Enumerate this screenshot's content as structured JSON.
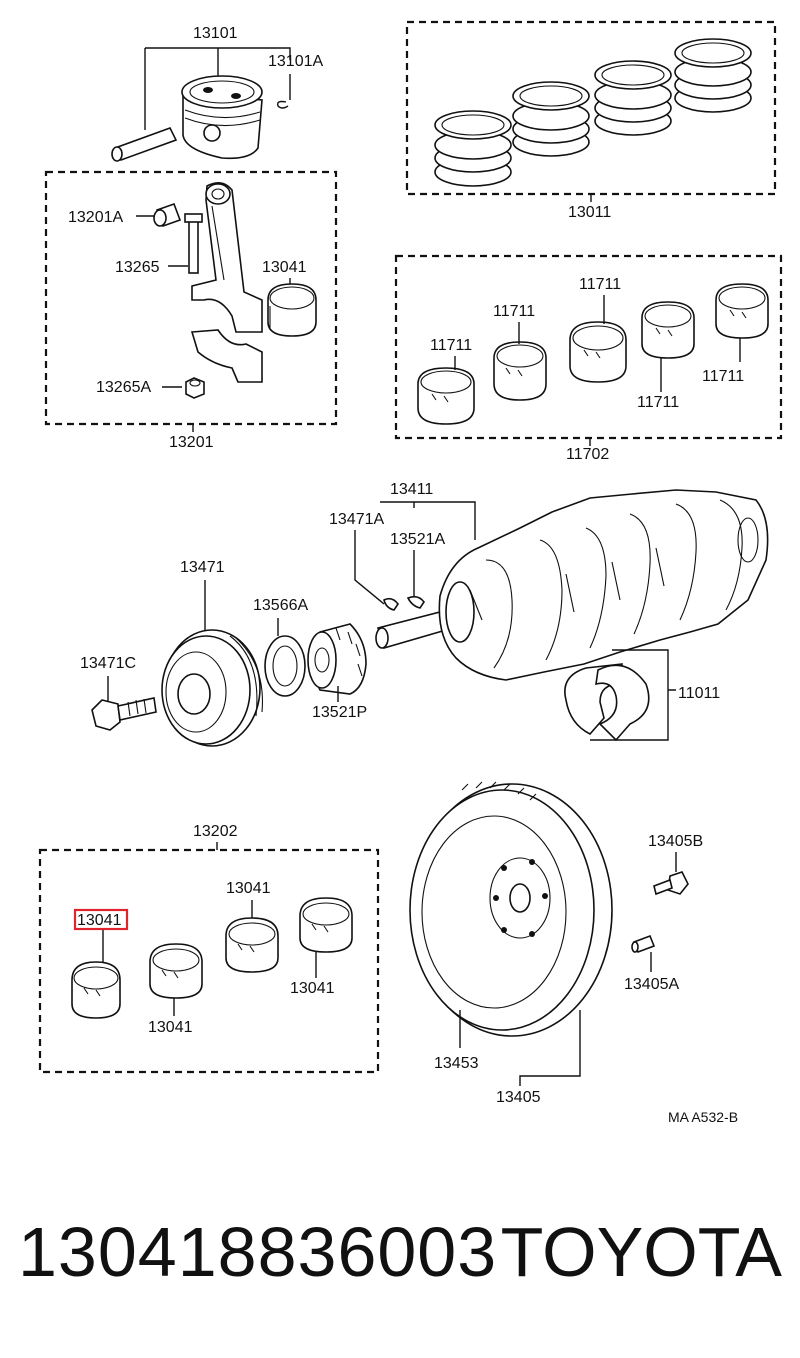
{
  "labels": {
    "piston": "13101",
    "piston_ring_clip": "13101A",
    "piston_ring_set": "13011",
    "rod_bushing": "13201A",
    "rod_bolt": "13265",
    "rod_bearing_top": "13041",
    "rod_nut": "13265A",
    "connecting_rod": "13201",
    "main_bearing_a": "11711",
    "main_bearing_b": "11711",
    "main_bearing_c": "11711",
    "main_bearing_d": "11711",
    "main_bearing_e": "11711",
    "main_bearing_set": "11702",
    "crankshaft": "13411",
    "key_a": "13471A",
    "key_b": "13521A",
    "crank_pulley": "13471",
    "crank_spacer": "13566A",
    "crank_pulley_bolt": "13471C",
    "timing_pulley": "13521P",
    "thrust_washer": "11011",
    "rod_bearing_set": "13202",
    "bearing_top_label": "13041",
    "bearing_highlighted": "13041",
    "bearing_bottom_label": "13041",
    "bearing_right_label": "13041",
    "flywheel_bolt": "13405B",
    "flywheel_pin": "13405A",
    "ring_gear": "13453",
    "flywheel": "13405",
    "drawing_code": "MA   A532-B"
  },
  "footer": {
    "part_number": "13041883600​3",
    "brand": "TOYOTA"
  },
  "highlight_color": "#e0242c"
}
